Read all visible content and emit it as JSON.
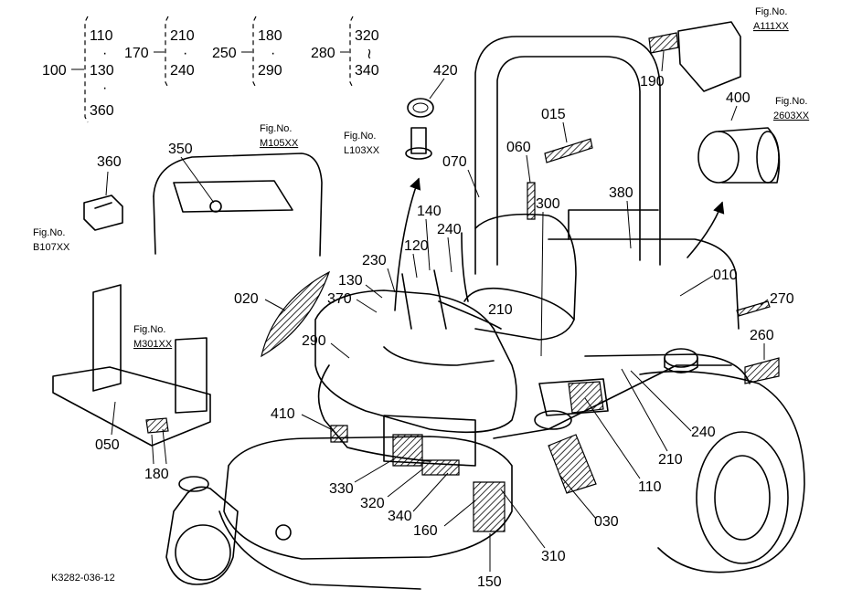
{
  "diagram_code": "K3282-036-12",
  "groups": [
    {
      "key": "100",
      "items": [
        "110",
        "130",
        "360"
      ]
    },
    {
      "key": "170",
      "items": [
        "210",
        "240"
      ]
    },
    {
      "key": "250",
      "items": [
        "180",
        "290"
      ]
    },
    {
      "key": "280",
      "items": [
        "320",
        "340"
      ]
    }
  ],
  "separators": {
    "dot": "·",
    "range": "≀"
  },
  "fig_prefix": "Fig.No.",
  "fig_refs": [
    "A111XX",
    "2603XX",
    "M105XX",
    "L103XX",
    "B107XX",
    "M301XX"
  ],
  "callouts": [
    "190",
    "400",
    "420",
    "015",
    "060",
    "070",
    "380",
    "350",
    "360",
    "140",
    "240",
    "300",
    "120",
    "230",
    "130",
    "010",
    "020",
    "370",
    "270",
    "210",
    "290",
    "260",
    "410",
    "240",
    "210",
    "050",
    "110",
    "180",
    "330",
    "320",
    "340",
    "160",
    "030",
    "310",
    "150"
  ]
}
